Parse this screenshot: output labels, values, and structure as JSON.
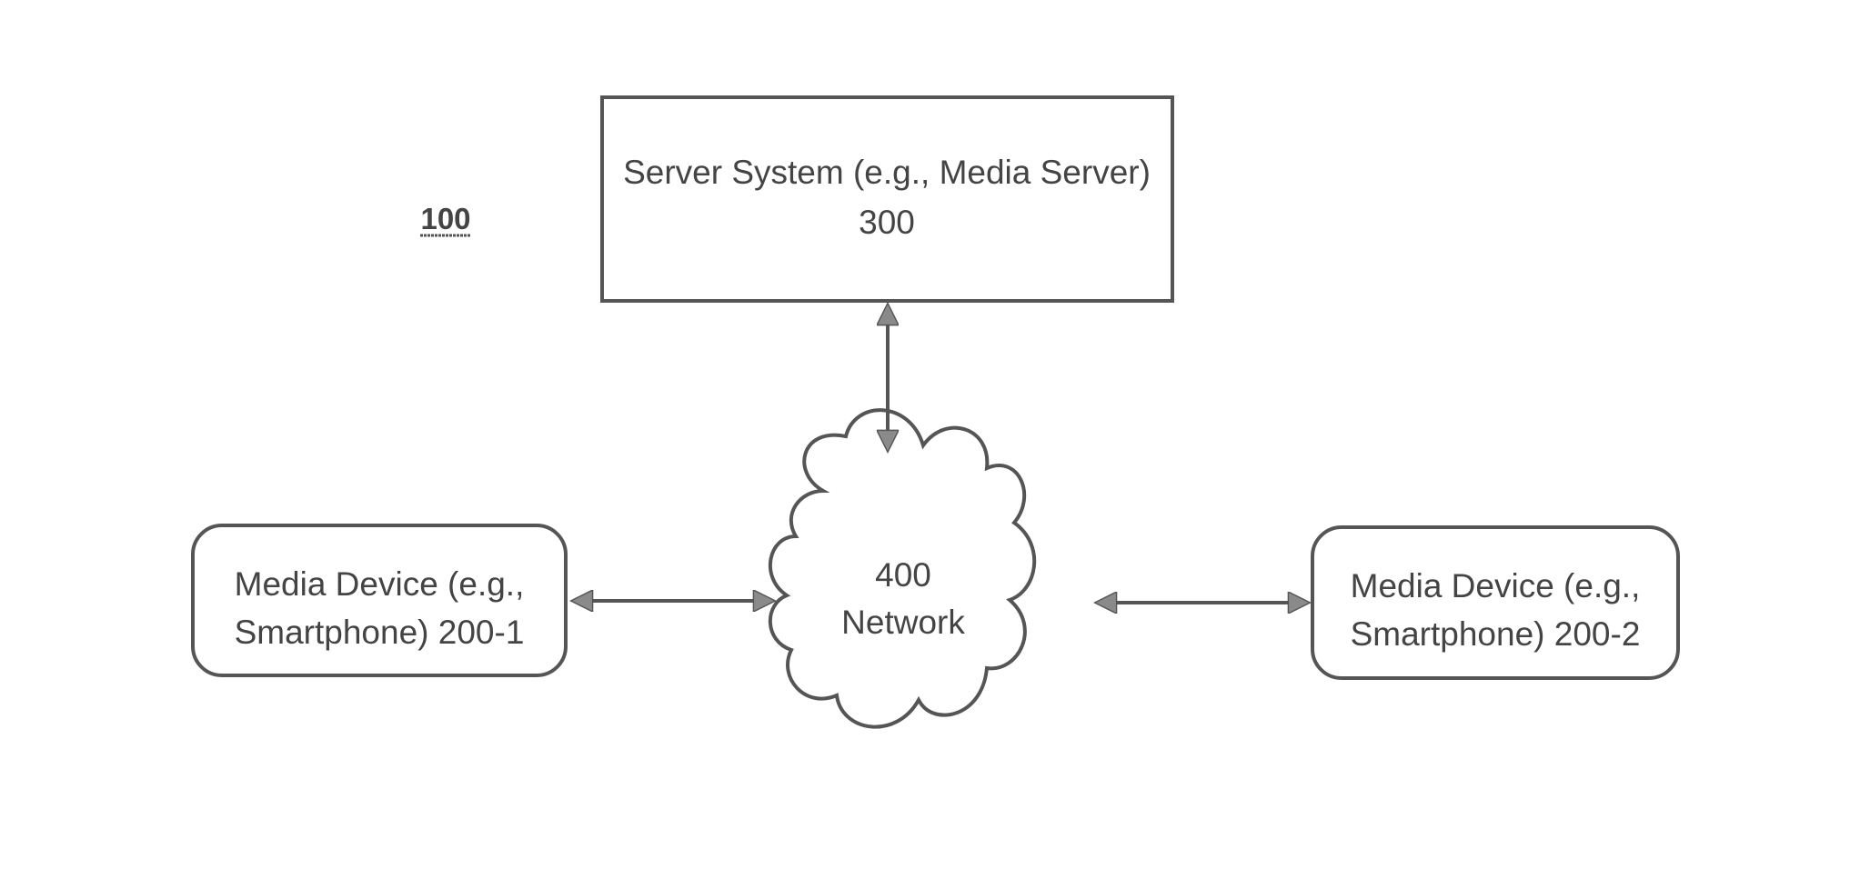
{
  "figure": {
    "number": "100"
  },
  "nodes": {
    "server": {
      "line1": "Server System (e.g., Media Server)",
      "line2": "300"
    },
    "network": {
      "line1": "400",
      "line2": "Network"
    },
    "device_left": {
      "line1": "Media Device (e.g.,",
      "line2": "Smartphone) 200-1"
    },
    "device_right": {
      "line1": "Media Device (e.g.,",
      "line2": "Smartphone) 200-2"
    }
  },
  "colors": {
    "stroke": "#555555",
    "text": "#444444",
    "arrowhead": "#8a8a8a",
    "background": "#ffffff"
  }
}
